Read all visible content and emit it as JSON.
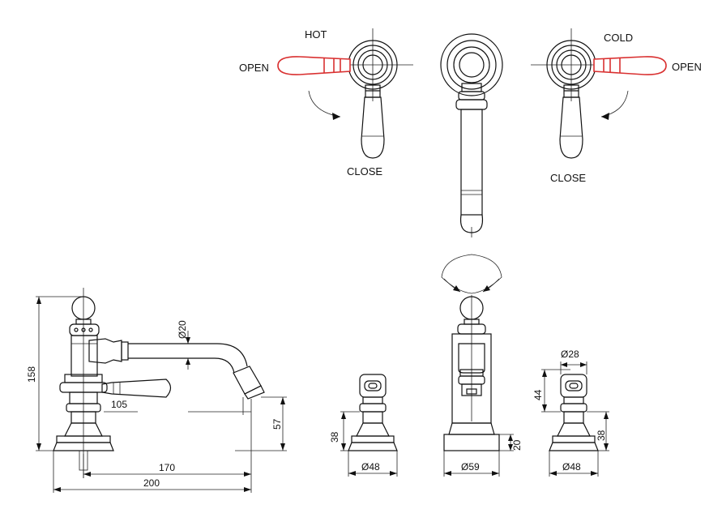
{
  "labels": {
    "hot": "HOT",
    "cold": "COLD",
    "open_left": "OPEN",
    "open_right": "OPEN",
    "close_left": "CLOSE",
    "close_right": "CLOSE"
  },
  "dimensions": {
    "height_total": "158",
    "spout_diameter": "Ø20",
    "reach": "105",
    "spout_height": "57",
    "depth_170": "170",
    "depth_200": "200",
    "valve_height_left": "38",
    "valve_diameter_left": "Ø48",
    "spout_base_height": "20",
    "spout_base_diameter": "Ø59",
    "handle_diameter": "Ø28",
    "handle_height": "44",
    "valve_height_right": "38",
    "valve_diameter_right": "Ø48"
  },
  "colors": {
    "line": "#111111",
    "open_handle": "#d93030",
    "background": "#ffffff"
  }
}
